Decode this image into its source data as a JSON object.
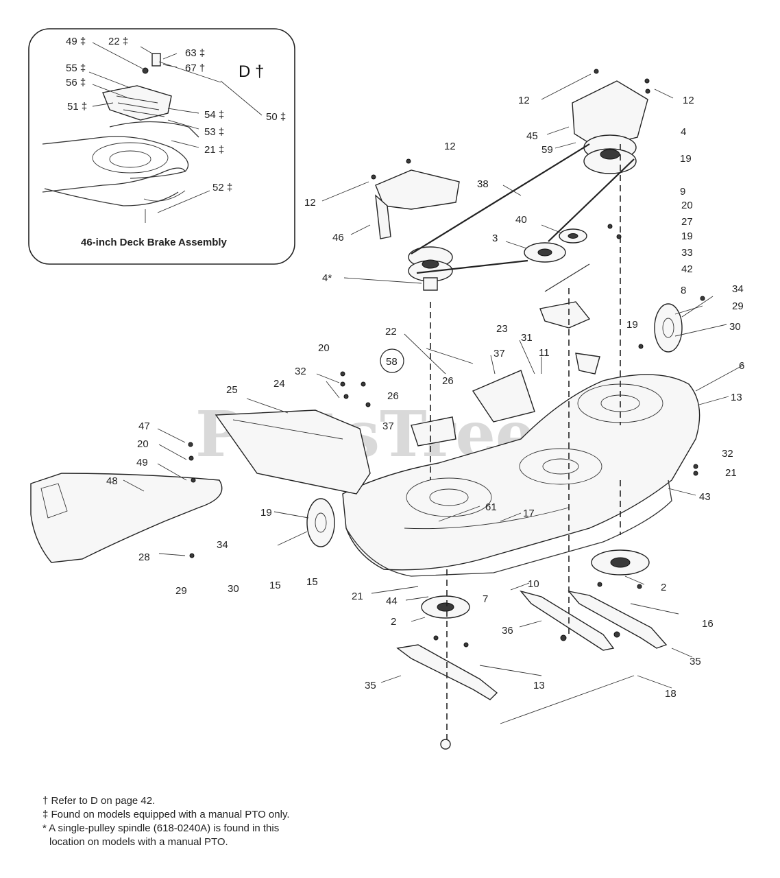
{
  "watermark": "PartsTree",
  "inset": {
    "title": "46-inch Deck Brake Assembly",
    "section_mark": "D †",
    "labels": [
      "49 ‡",
      "22 ‡",
      "63 ‡",
      "67 †",
      "55 ‡",
      "56 ‡",
      "51 ‡",
      "54 ‡",
      "53 ‡",
      "21 ‡",
      "50 ‡",
      "52 ‡"
    ]
  },
  "callouts": [
    "12",
    "12",
    "4",
    "45",
    "59",
    "12",
    "19",
    "12",
    "38",
    "9",
    "20",
    "46",
    "40",
    "27",
    "3",
    "19",
    "33",
    "4*",
    "42",
    "8",
    "34",
    "29",
    "19",
    "30",
    "22",
    "23",
    "31",
    "20",
    "58",
    "37",
    "11",
    "6",
    "32",
    "24",
    "26",
    "25",
    "26",
    "13",
    "47",
    "37",
    "32",
    "20",
    "21",
    "49",
    "48",
    "43",
    "19",
    "61",
    "17",
    "28",
    "34",
    "30",
    "15",
    "15",
    "2",
    "29",
    "10",
    "21",
    "7",
    "44",
    "16",
    "2",
    "36",
    "35",
    "35",
    "13",
    "18"
  ],
  "notes": [
    "† Refer to D on page 42.",
    "‡ Found on models equipped with a manual PTO only.",
    "* A single-pulley spindle (618-0240A) is found in this",
    "location on models with a manual PTO."
  ]
}
